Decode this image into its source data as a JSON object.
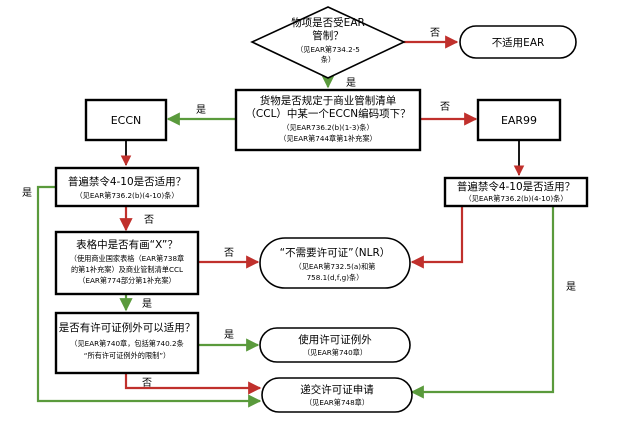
{
  "nodes": {
    "q_subject": {
      "lines": [
        "物项是否受EAR",
        "管制？"
      ],
      "sub": [
        "（见EAR第734.2-5",
        "条）"
      ]
    },
    "not_applicable": {
      "text": "不适用EAR"
    },
    "q_ccl": {
      "lines": [
        "货物是否规定于商业管制清单",
        "（CCL）中某一个ECCN编码项下？"
      ],
      "sub": [
        "（见EAR736.2(b)(1-3)条）",
        "（见EAR第744章第1补充案）"
      ]
    },
    "eccn": {
      "text": "ECCN"
    },
    "ear99": {
      "text": "EAR99"
    },
    "q_general_left": {
      "lines": [
        "普遍禁令4-10是否适用？"
      ],
      "sub": [
        "（见EAR第736.2(b)(4-10)条）"
      ]
    },
    "q_general_right": {
      "lines": [
        "普遍禁令4-10是否适用？"
      ],
      "sub": [
        "（见EAR第736.2(b)(4-10)条）"
      ]
    },
    "q_table_x": {
      "lines": [
        "表格中是否有画“X”？"
      ],
      "sub": [
        "（使用商业国家表格（EAR第738章",
        "的第1补充案）及商业管制清单CCL",
        "（EAR第774部分第1补充案）"
      ]
    },
    "nlr": {
      "lines": [
        "“不需要许可证”（NLR）"
      ],
      "sub": [
        "（见EAR第732.5(a)和第",
        "758.1(d,f,g)条）"
      ]
    },
    "q_exception": {
      "lines": [
        "是否有许可证例外可以适用？"
      ],
      "sub": [
        "（见EAR第740章，包括第740.2条",
        "“所有许可证例外的限制”）"
      ]
    },
    "use_exception": {
      "lines": [
        "使用许可证例外"
      ],
      "sub": [
        "（见EAR第740章）"
      ]
    },
    "submit_license": {
      "lines": [
        "递交许可证申请"
      ],
      "sub": [
        "（见EAR第748章）"
      ]
    }
  },
  "edge_labels": {
    "no_not_applicable": "否",
    "yes_subject": "是",
    "yes_eccn": "是",
    "no_ear99": "否",
    "yes_general_left": "是",
    "no_general_left": "否",
    "no_table_x": "否",
    "yes_table_x": "是",
    "yes_exception": "是",
    "no_exception": "否",
    "yes_general_right": "是"
  },
  "colors": {
    "yes_arrow": "#5a9a3c",
    "no_arrow": "#c0302c",
    "stroke": "#000000"
  }
}
